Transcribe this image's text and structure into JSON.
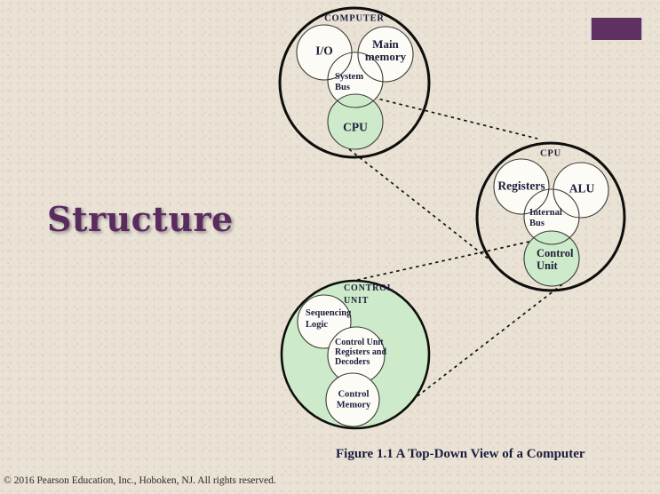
{
  "slide": {
    "title": "Structure",
    "caption": "Figure 1.1  A Top-Down View of a Computer",
    "copyright": "© 2016 Pearson Education, Inc., Hoboken, NJ. All rights reserved."
  },
  "colors": {
    "background": "#e9e2d5",
    "accent_bar": "#5f3163",
    "title_text": "#5a2b5e",
    "subsystem_fill": "#cdeaca",
    "label_text": "#1d1d3a",
    "caption_text": "#1c1c3e"
  },
  "diagram": {
    "computer": {
      "label": "COMPUTER",
      "io": "I/O",
      "main_memory_line1": "Main",
      "main_memory_line2": "memory",
      "system_bus_line1": "System",
      "system_bus_line2": "Bus",
      "cpu": "CPU"
    },
    "cpu": {
      "label": "CPU",
      "registers": "Registers",
      "alu": "ALU",
      "internal_bus_line1": "Internal",
      "internal_bus_line2": "Bus",
      "control_unit_line1": "Control",
      "control_unit_line2": "Unit"
    },
    "control_unit": {
      "label_line1": "CONTROL",
      "label_line2": "UNIT",
      "sequencing_logic_line1": "Sequencing",
      "sequencing_logic_line2": "Logic",
      "cu_registers_line1": "Control Unit",
      "cu_registers_line2": "Registers and",
      "cu_registers_line3": "Decoders",
      "control_memory_line1": "Control",
      "control_memory_line2": "Memory"
    }
  }
}
